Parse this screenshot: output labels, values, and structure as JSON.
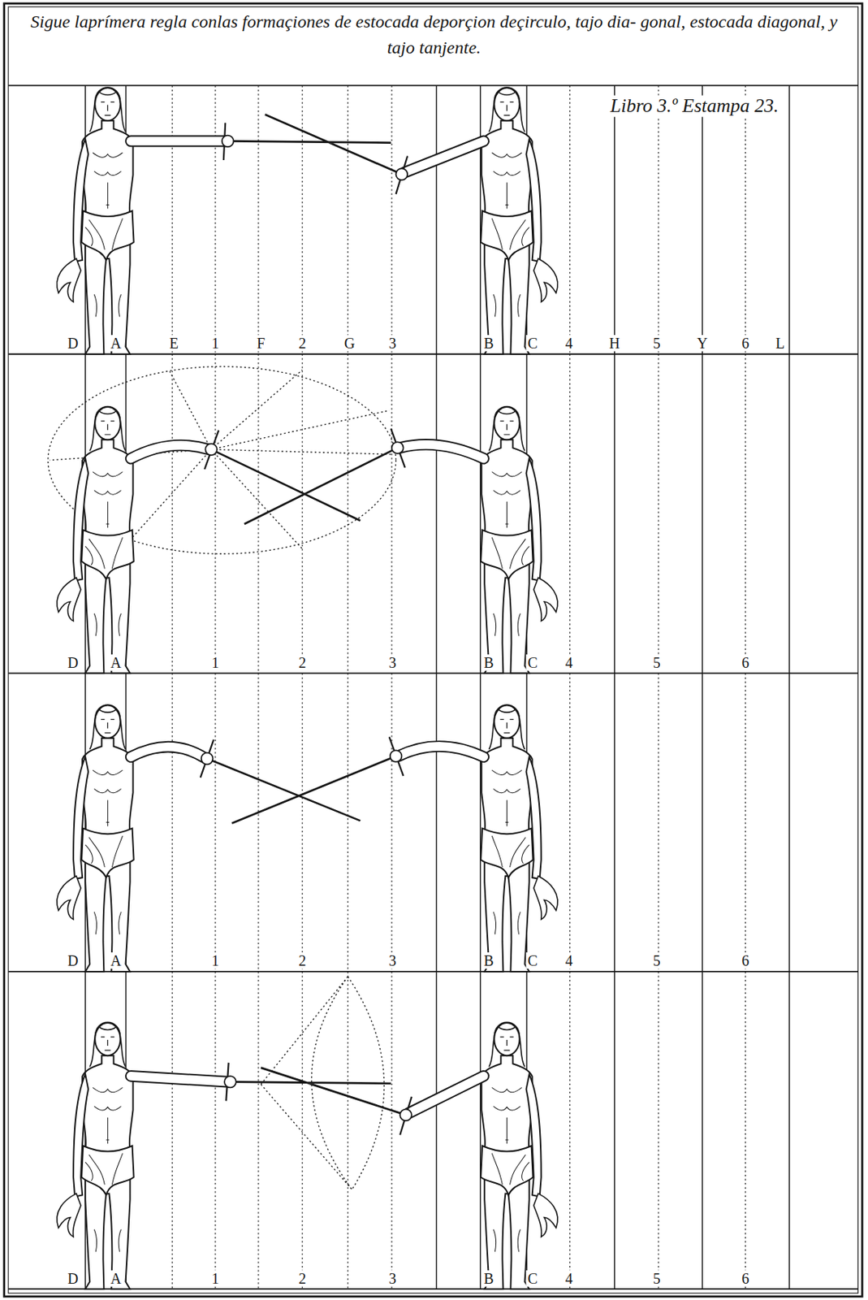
{
  "diagram": {
    "title": "Sigue laprímera regla conlas formaçiones de estocada deporçion deçirculo, tajo dia- gonal, estocada diagonal, y tajo tanjente.",
    "labels": [
      "Libro 3.º Estampa 23.",
      "D",
      "A",
      "E",
      "1",
      "F",
      "2",
      "G",
      "3",
      "B",
      "C",
      "4",
      "H",
      "5",
      "Y",
      "6",
      "L",
      "D",
      "A",
      "1",
      "2",
      "3",
      "B",
      "C",
      "4",
      "5",
      "6",
      "D",
      "A",
      "1",
      "2",
      "3",
      "B",
      "C",
      "4",
      "5",
      "6",
      "D",
      "A",
      "1",
      "2",
      "3",
      "B",
      "C",
      "4",
      "5",
      "6"
    ]
  }
}
